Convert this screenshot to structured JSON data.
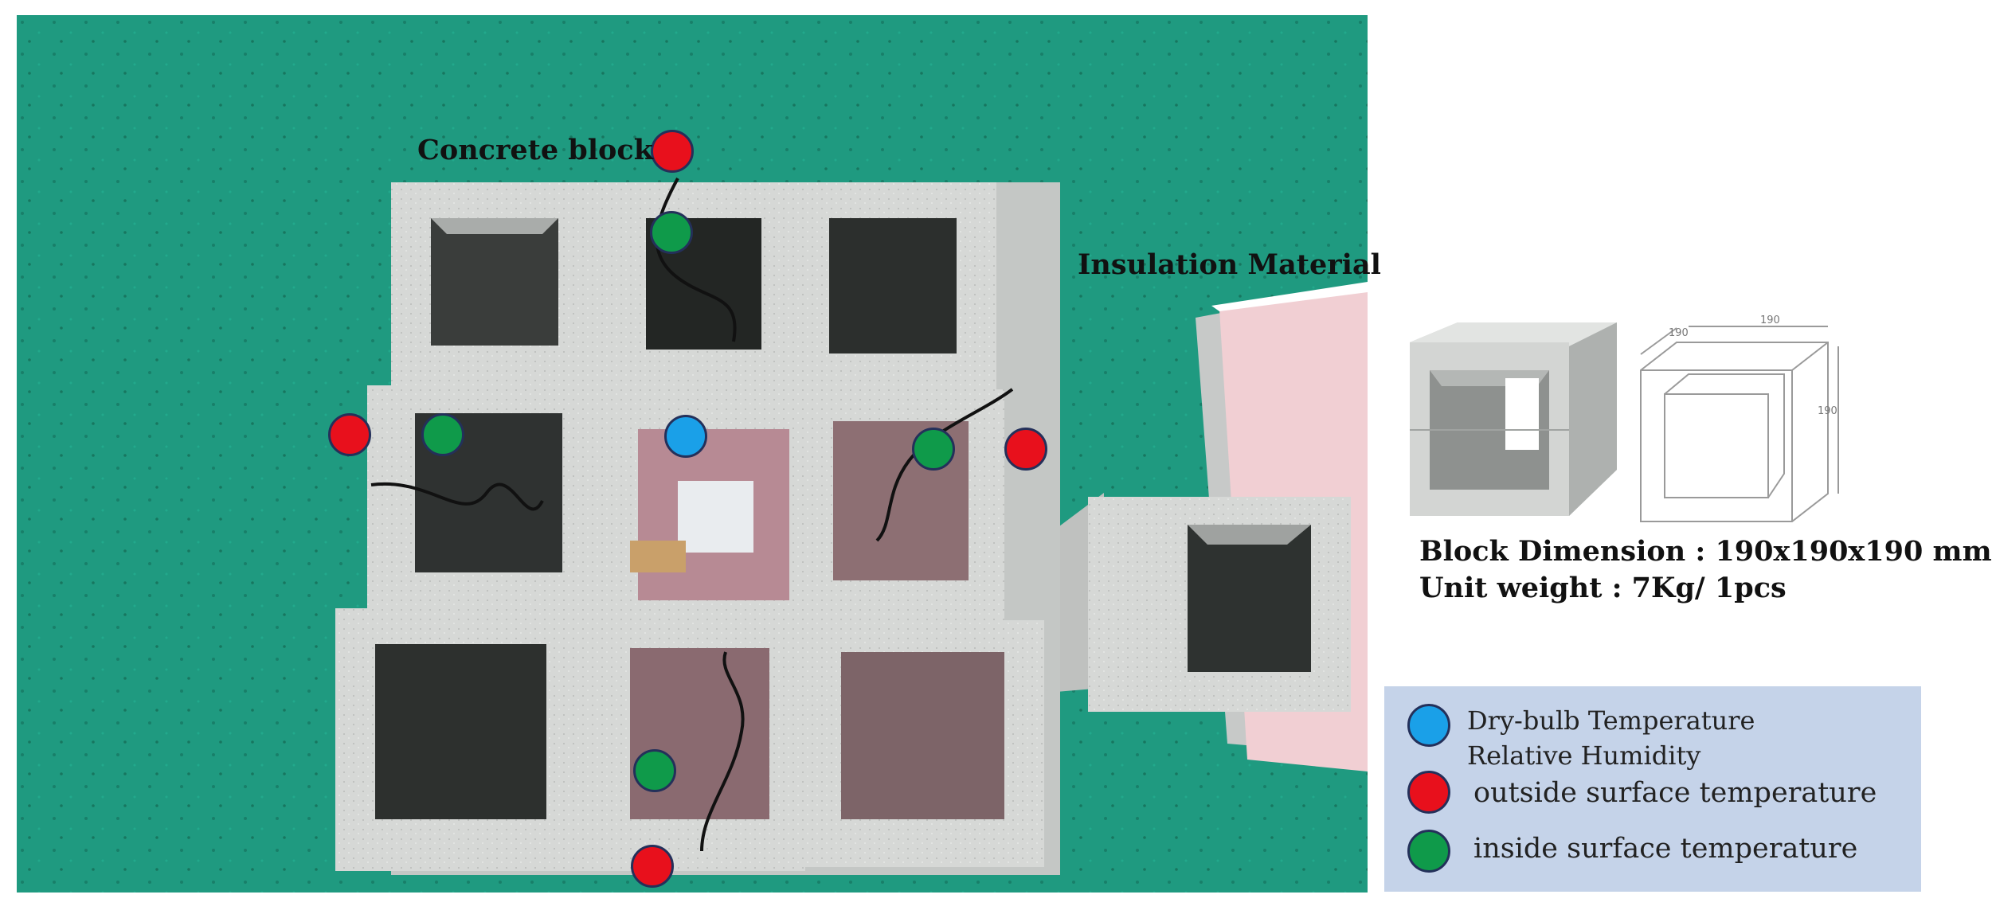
{
  "labels": {
    "concrete_block": "Concrete block",
    "insulation_material": "Insulation Material"
  },
  "specs": {
    "dimension": "Block Dimension : 190x190x190 mm",
    "weight": "Unit weight : 7Kg/ 1pcs"
  },
  "diagram": {
    "dim_top_left": "190",
    "dim_top_right": "190",
    "dim_side": "190"
  },
  "legend": {
    "blue_line1": "Dry-bulb Temperature",
    "blue_line2": "Relative Humidity",
    "red": "outside surface temperature",
    "green": "inside surface temperature"
  },
  "colors": {
    "blue": "#1aa0e8",
    "red": "#e8101c",
    "green": "#0f9a4a",
    "legend_bg": "#c5d3e9",
    "ground": "#1f9a80"
  }
}
